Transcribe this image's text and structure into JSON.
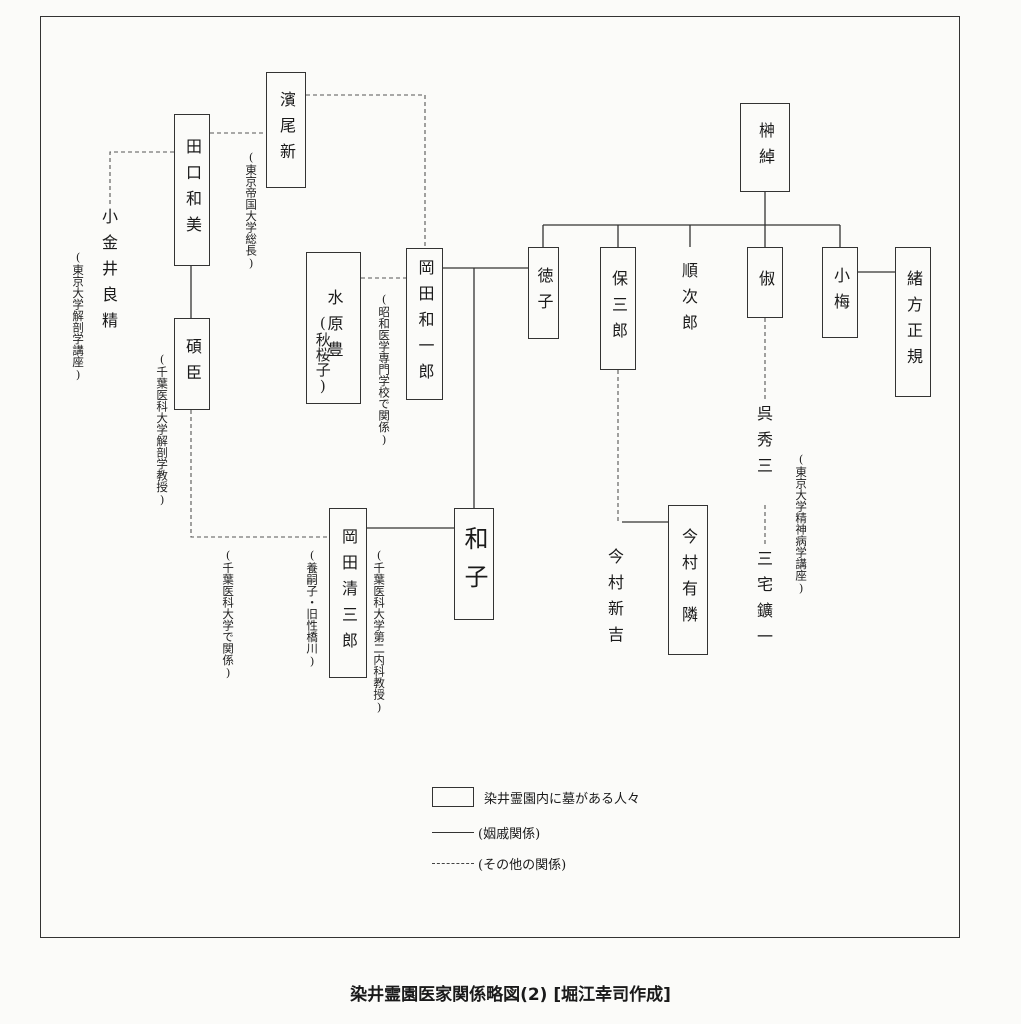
{
  "caption": "染井霊園医家関係略図(2) [堀江幸司作成]",
  "people": {
    "hamao": "濱尾新",
    "taguchi": "田口和美",
    "koganei": "小金井良精",
    "tsuruomi": "碩臣",
    "mizuhara": "水原豊",
    "mizuhara_sub": "(秋桜子)",
    "okada_waichiro": "岡田和一郎",
    "okada_seizaburo": "岡田清三郎",
    "kazuko": "和子",
    "sakaki": "榊綽",
    "tokuko": "徳子",
    "yasusaburo": "保三郎",
    "junjiro": "順次郎",
    "hajime": "俶",
    "koume": "小梅",
    "ogata": "緒方正規",
    "kure": "呉秀三",
    "miyake": "三宅鑛一",
    "imamura_shinkichi": "今村新吉",
    "imamura_arichika": "今村有隣"
  },
  "notes": {
    "hamao": "(東京帝国大学総長)",
    "koganei": "(東京大学解剖学講座)",
    "tsuruomi": "(千葉医科大学解剖学教授)",
    "okada_waichiro": "(昭和医学専門学校で関係)",
    "okada_seizaburo": "(千葉医科大学第二内科教授)",
    "okada_seizaburo_2": "(養嗣子・旧性橋川)",
    "chiba": "(千葉医科大学で関係)",
    "kure": "(東京大学精神病学講座)"
  },
  "legend": {
    "box": "染井霊園内に墓がある人々",
    "solid": "(姻戚関係)",
    "dashed": "(その他の関係)"
  }
}
